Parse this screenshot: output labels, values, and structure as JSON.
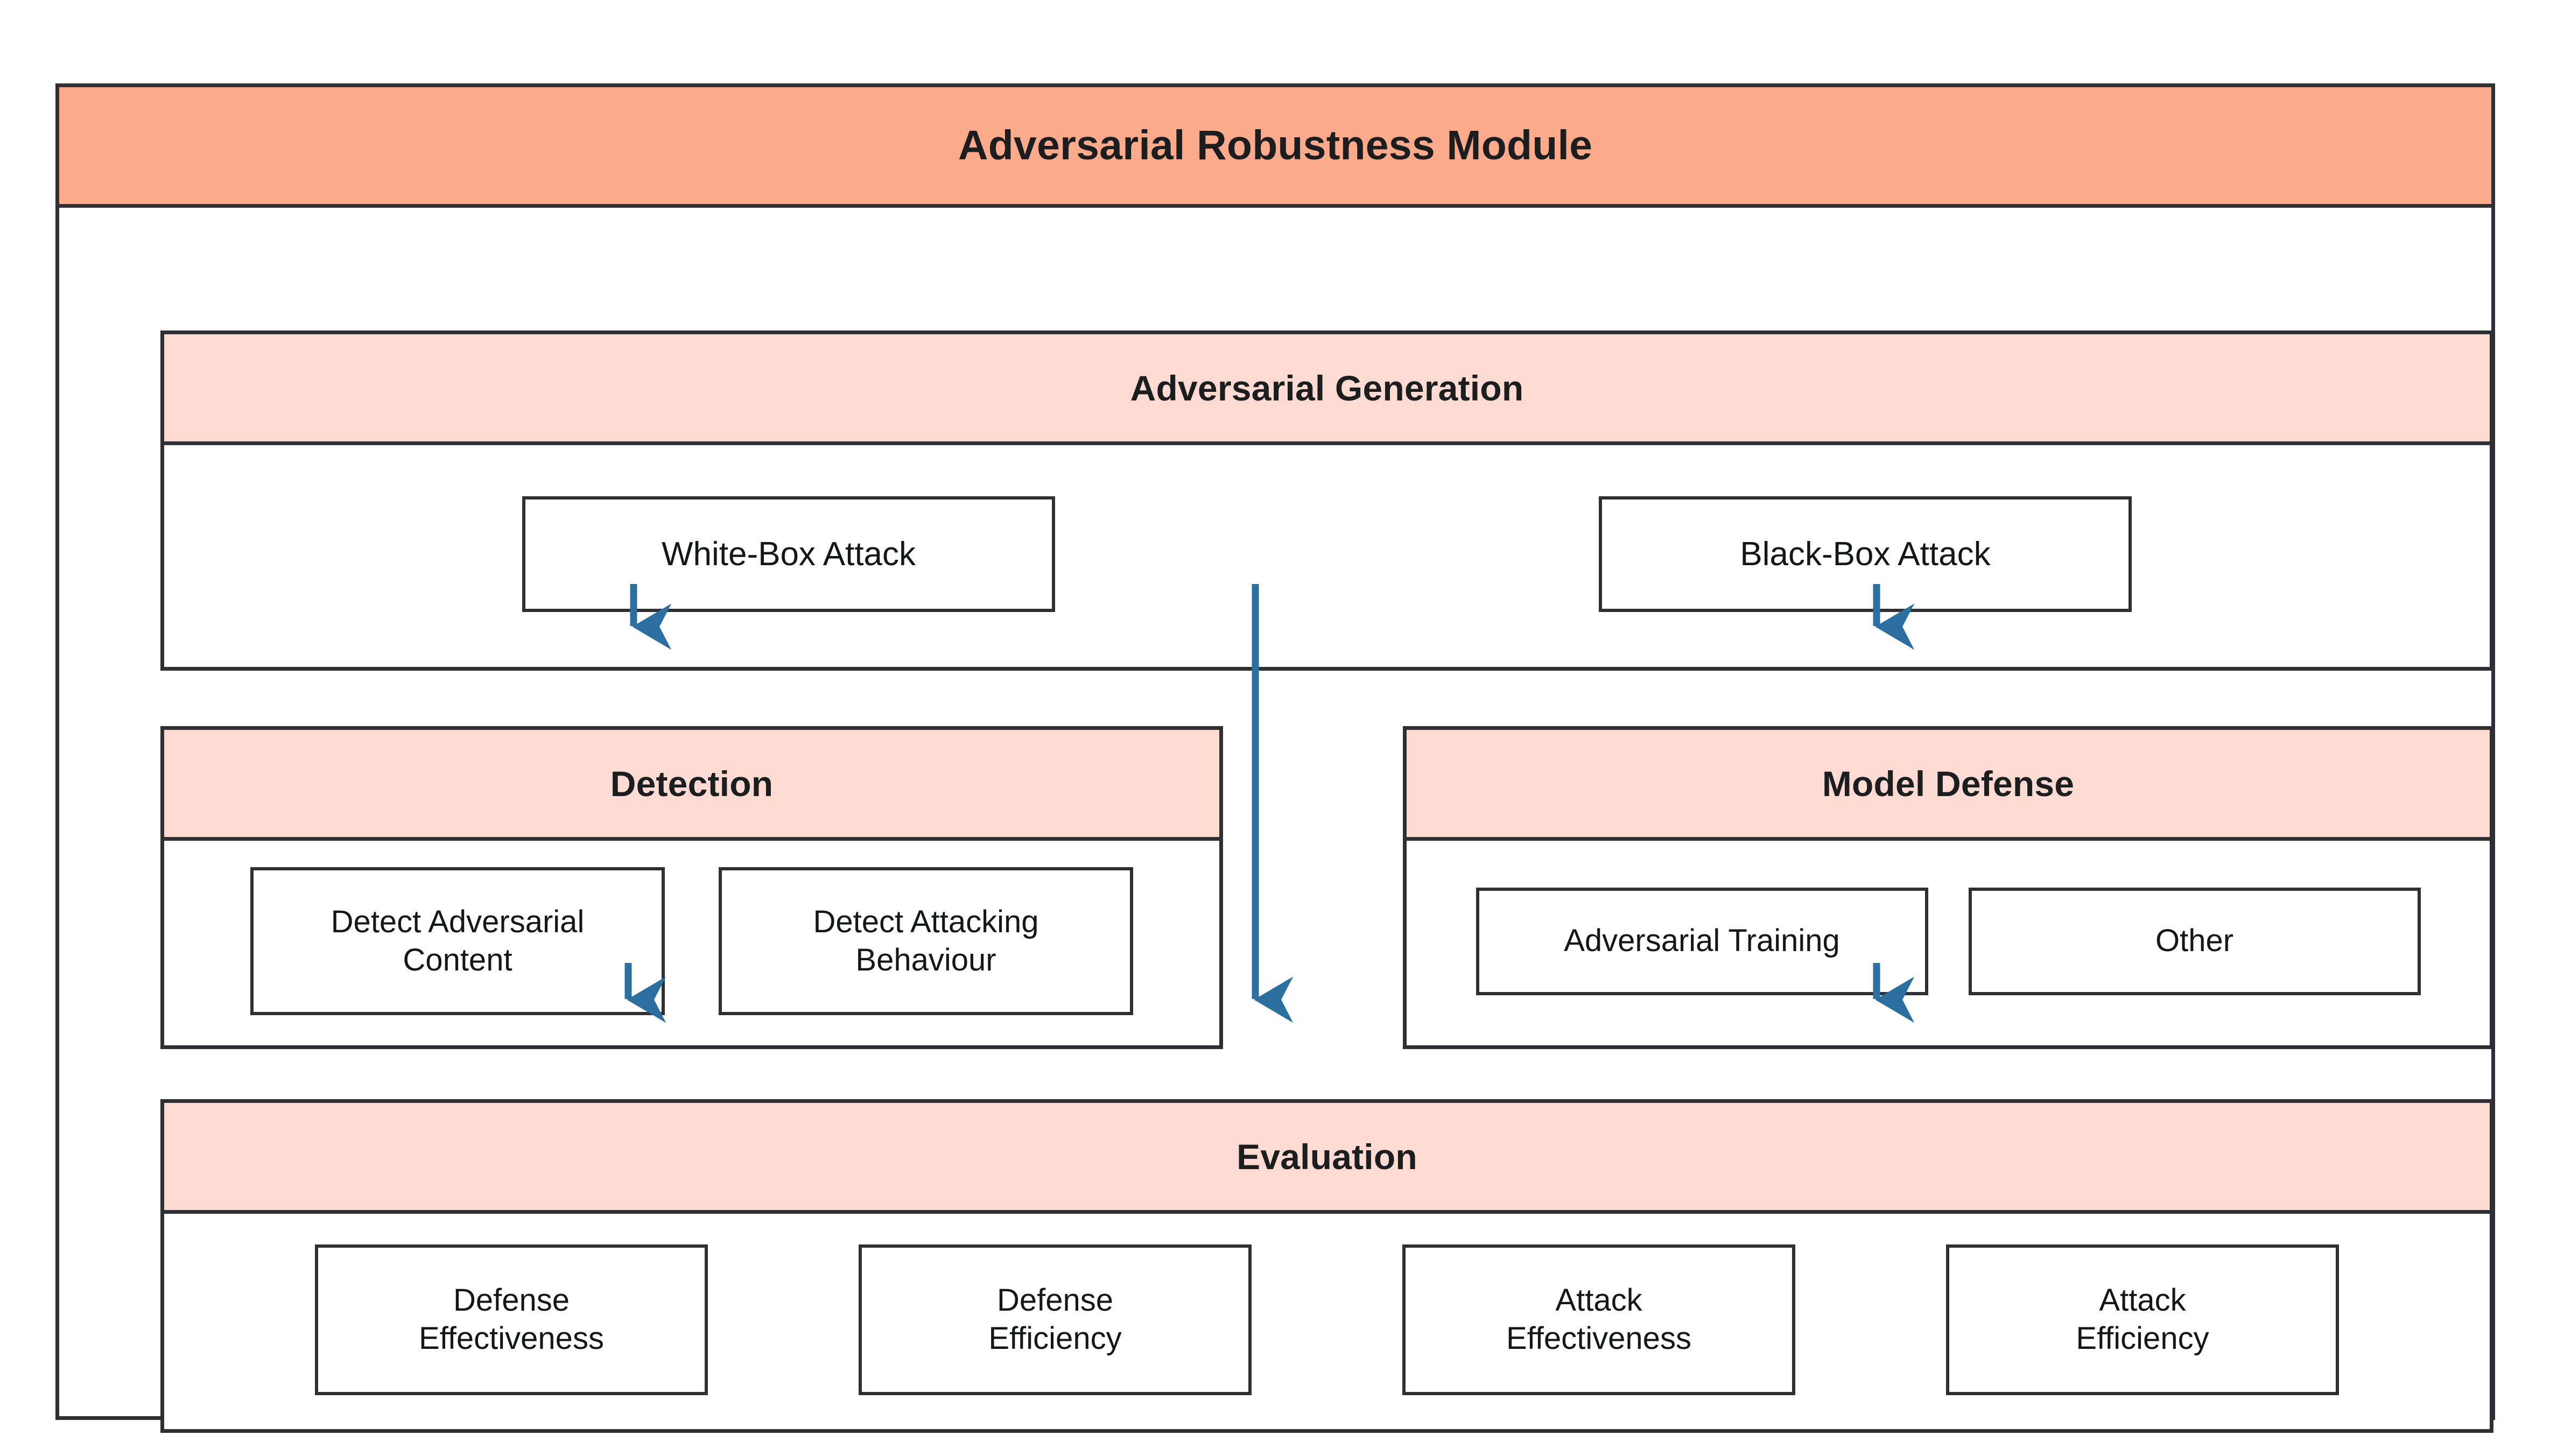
{
  "diagram": {
    "title": "Adversarial Robustness Module",
    "colors": {
      "header_fill": "#FBAB8C",
      "band_fill": "#FDDBD2",
      "border": "#2E3033",
      "arrow": "#2B6FA0",
      "box_fill": "#FFFFFF",
      "text": "#141618"
    },
    "sections": [
      {
        "id": "adversarial-generation",
        "title": "Adversarial Generation",
        "items": [
          {
            "id": "white-box-attack",
            "label": "White-Box Attack"
          },
          {
            "id": "black-box-attack",
            "label": "Black-Box Attack"
          }
        ]
      },
      {
        "id": "detection",
        "title": "Detection",
        "items": [
          {
            "id": "detect-adversarial-content",
            "label": "Detect Adversarial\nContent"
          },
          {
            "id": "detect-attacking-behaviour",
            "label": "Detect Attacking\nBehaviour"
          }
        ]
      },
      {
        "id": "model-defense",
        "title": "Model Defense",
        "items": [
          {
            "id": "adversarial-training",
            "label": "Adversarial Training"
          },
          {
            "id": "other",
            "label": "Other"
          }
        ]
      },
      {
        "id": "evaluation",
        "title": "Evaluation",
        "items": [
          {
            "id": "defense-effectiveness",
            "label": "Defense\nEffectiveness"
          },
          {
            "id": "defense-efficiency",
            "label": "Defense\nEfficiency"
          },
          {
            "id": "attack-effectiveness",
            "label": "Attack\nEffectiveness"
          },
          {
            "id": "attack-efficiency",
            "label": "Attack\nEfficiency"
          }
        ]
      }
    ],
    "arrows": [
      {
        "id": "generation-to-detection",
        "from": "adversarial-generation",
        "to": "detection"
      },
      {
        "id": "generation-to-model-defense",
        "from": "adversarial-generation",
        "to": "model-defense"
      },
      {
        "id": "generation-to-evaluation",
        "from": "adversarial-generation",
        "to": "evaluation"
      },
      {
        "id": "detection-to-evaluation",
        "from": "detection",
        "to": "evaluation"
      },
      {
        "id": "model-defense-to-evaluation",
        "from": "model-defense",
        "to": "evaluation"
      }
    ]
  }
}
